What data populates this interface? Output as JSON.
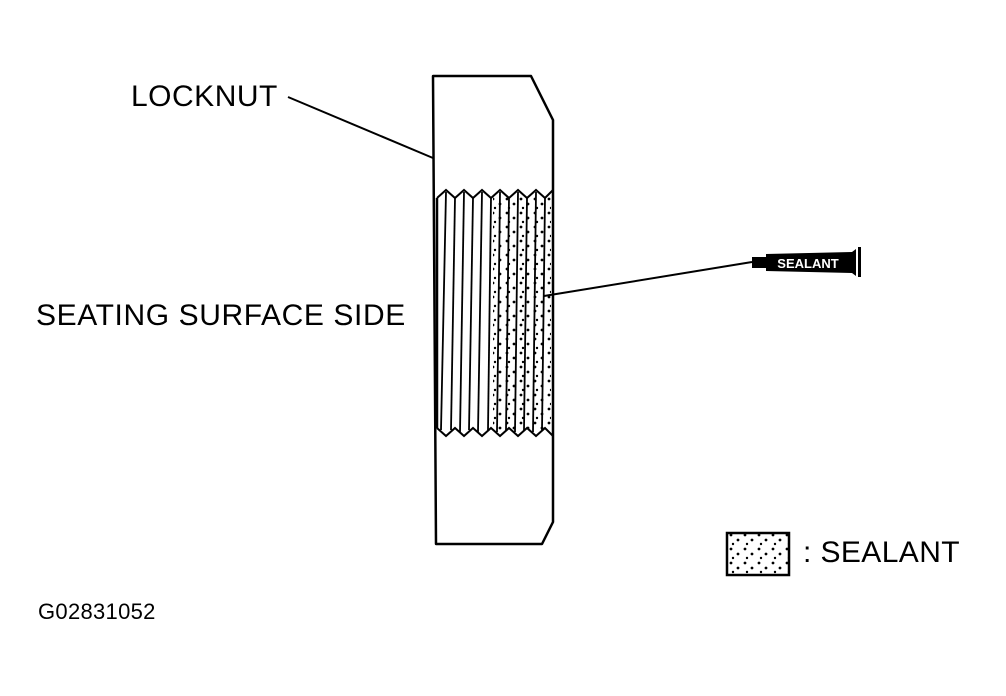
{
  "labels": {
    "locknut": "LOCKNUT",
    "seating_surface_side": "SEATING SURFACE SIDE",
    "tube_label": "SEALANT",
    "legend_text": ": SEALANT",
    "figure_id": "G02831052"
  },
  "colors": {
    "ink": "#000000",
    "paper": "#ffffff"
  },
  "icons": {
    "sealant_tube": "sealant-tube-icon",
    "legend_swatch": "dotted-pattern-swatch"
  }
}
